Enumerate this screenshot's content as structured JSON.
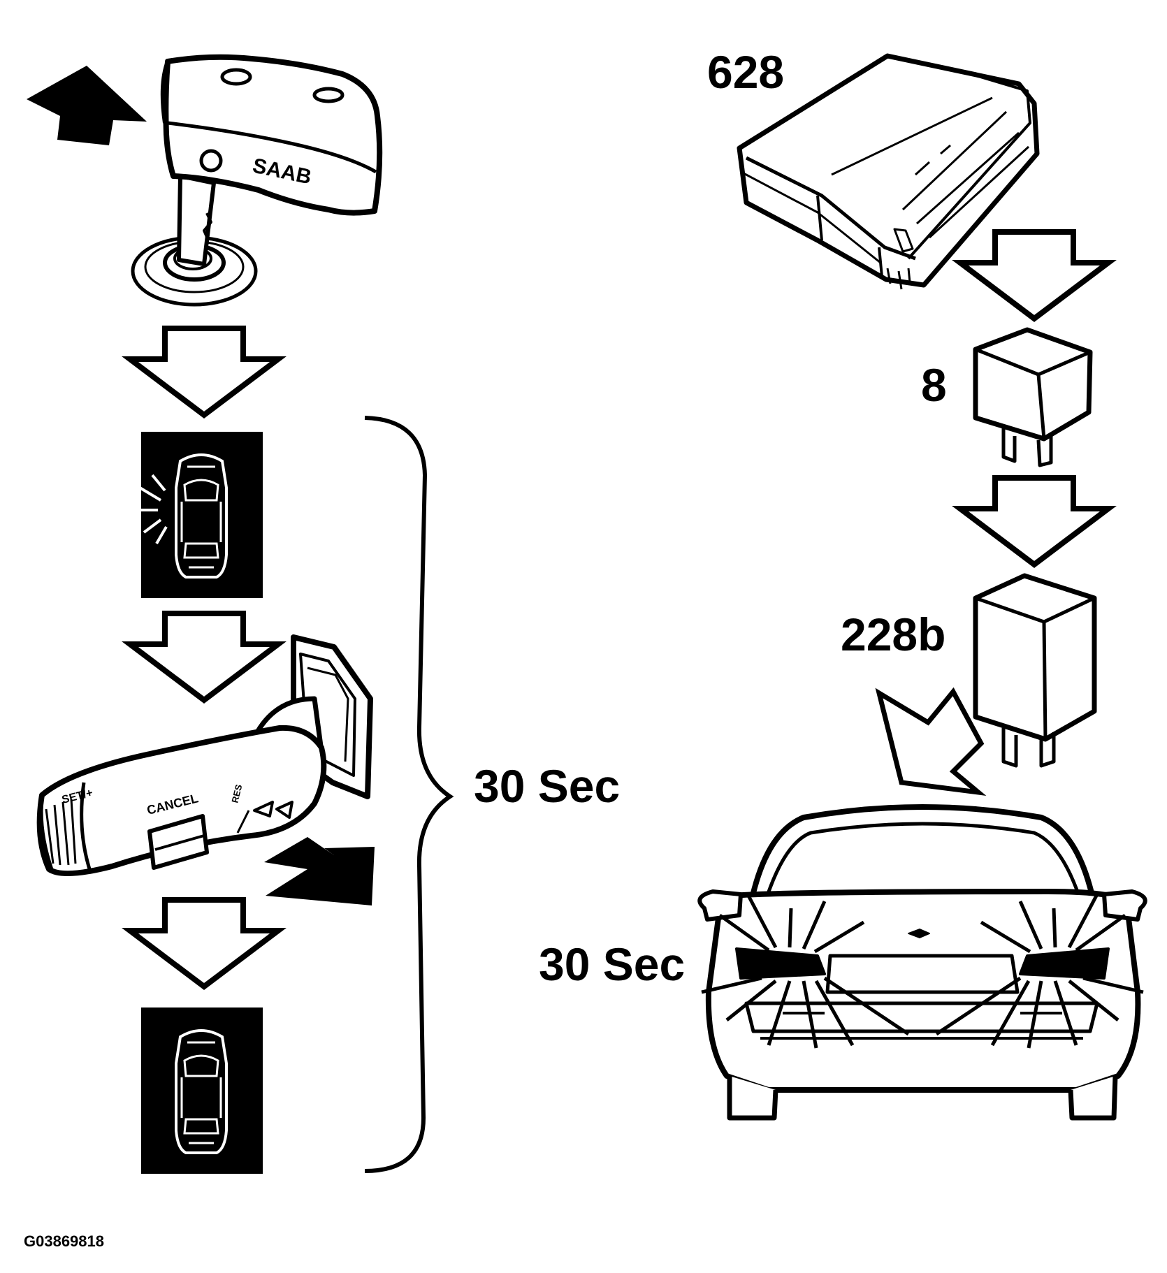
{
  "labels": {
    "module": "628",
    "relay_small": "8",
    "relay_large": "228b",
    "duration_left": "30 Sec",
    "duration_right": "30 Sec",
    "figure_code": "G03869818"
  },
  "key_fob_text": "SAAB",
  "stalk_labels": {
    "set": "SET/+",
    "cancel": "CANCEL",
    "resume": "RES"
  },
  "colors": {
    "ink": "#000000",
    "paper": "#ffffff"
  },
  "icons": [
    "ignition-key-icon",
    "bold-arrow-icon",
    "hollow-down-arrow-icon",
    "car-indicator-flashing-icon",
    "cruise-control-stalk-icon",
    "car-indicator-off-icon",
    "curly-brace-icon",
    "control-module-icon",
    "relay-icon",
    "car-front-headlights-icon"
  ]
}
